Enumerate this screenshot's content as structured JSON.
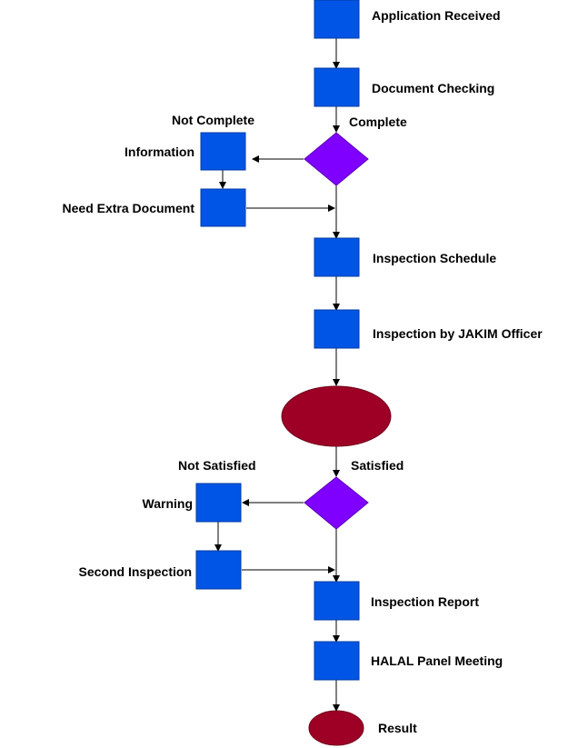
{
  "colors": {
    "process": "#0055e6",
    "process_stroke": "#003ba0",
    "decision": "#7f00ff",
    "decision_stroke": "#5a00b5",
    "terminal": "#9e0025",
    "terminal_stroke": "#6e001a",
    "line": "#000000"
  },
  "steps": {
    "application_received": "Application Received",
    "document_checking": "Document Checking",
    "information": "Information",
    "need_extra_document": "Need Extra Document",
    "inspection_schedule": "Inspection Schedule",
    "inspection_by_officer": "Inspection by JAKIM Officer",
    "warning": "Warning",
    "second_inspection": "Second Inspection",
    "inspection_report": "Inspection Report",
    "halal_panel_meeting": "HALAL Panel Meeting",
    "result": "Result"
  },
  "decisions": {
    "documents": {
      "yes": "Complete",
      "no": "Not Complete"
    },
    "inspection": {
      "yes": "Satisfied",
      "no": "Not Satisfied"
    }
  }
}
